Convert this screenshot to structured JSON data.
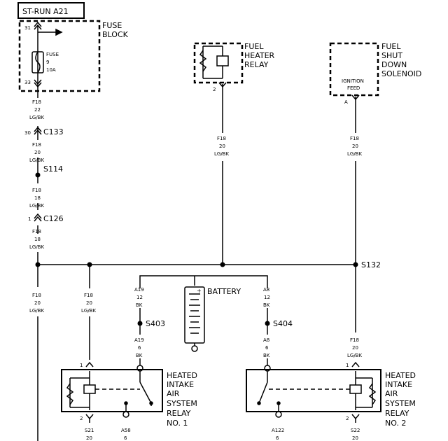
{
  "header": {
    "circuit": "ST-RUN A21"
  },
  "fuse_block": {
    "name_line1": "FUSE",
    "name_line2": "BLOCK",
    "pin_in": "31",
    "pin_out": "33",
    "fuse_label": "FUSE",
    "fuse_number": "9",
    "fuse_rating": "10A"
  },
  "fuel_heater_relay": {
    "line1": "FUEL",
    "line2": "HEATER",
    "line3": "RELAY",
    "pin": "2"
  },
  "fuel_shutdown_solenoid": {
    "line1": "FUEL",
    "line2": "SHUT",
    "line3": "DOWN",
    "line4": "SOLENOID",
    "feed_line1": "IGNITION",
    "feed_line2": "FEED",
    "pin": "A"
  },
  "wires": {
    "w1": [
      "F18",
      "22",
      "LG/BK"
    ],
    "w2": [
      "F18",
      "20",
      "LG/BK"
    ],
    "w3": [
      "F18",
      "18",
      "LG/BK"
    ],
    "w4": [
      "F18",
      "18",
      "LG/BK"
    ],
    "w5": [
      "F18",
      "20",
      "LG/BK"
    ],
    "w6": [
      "F18",
      "20",
      "LG/BK"
    ],
    "w7": [
      "F18",
      "20",
      "LG/BK"
    ],
    "w8": [
      "F18",
      "20",
      "LG/BK"
    ],
    "w9": [
      "A19",
      "12",
      "BK"
    ],
    "w10": [
      "A19",
      "6",
      "BK"
    ],
    "w11": [
      "A8",
      "12",
      "BK"
    ],
    "w12": [
      "A8",
      "6",
      "BK"
    ],
    "w13": [
      "F18",
      "20",
      "LG/BK"
    ]
  },
  "connectors": {
    "c133": {
      "pin": "30",
      "name": "C133"
    },
    "c126": {
      "pin": "1",
      "name": "C126"
    }
  },
  "splices": {
    "s114": "S114",
    "s132": "S132",
    "s403": "S403",
    "s404": "S404"
  },
  "battery": {
    "label": "BATTERY",
    "plus": "+"
  },
  "relay1": {
    "line1": "HEATED",
    "line2": "INTAKE",
    "line3": "AIR",
    "line4": "SYSTEM",
    "line5": "RELAY",
    "line6": "NO. 1",
    "pin_top": "1",
    "pin_bottom": "2"
  },
  "relay2": {
    "line1": "HEATED",
    "line2": "INTAKE",
    "line3": "AIR",
    "line4": "SYSTEM",
    "line5": "RELAY",
    "line6": "NO. 2",
    "pin_top": "1",
    "pin_bottom": "2"
  },
  "bottom_wires": {
    "b1": [
      "S21",
      "20"
    ],
    "b2": [
      "A58",
      "6"
    ],
    "b3": [
      "A122",
      "6"
    ],
    "b4": [
      "S22",
      "20"
    ]
  }
}
